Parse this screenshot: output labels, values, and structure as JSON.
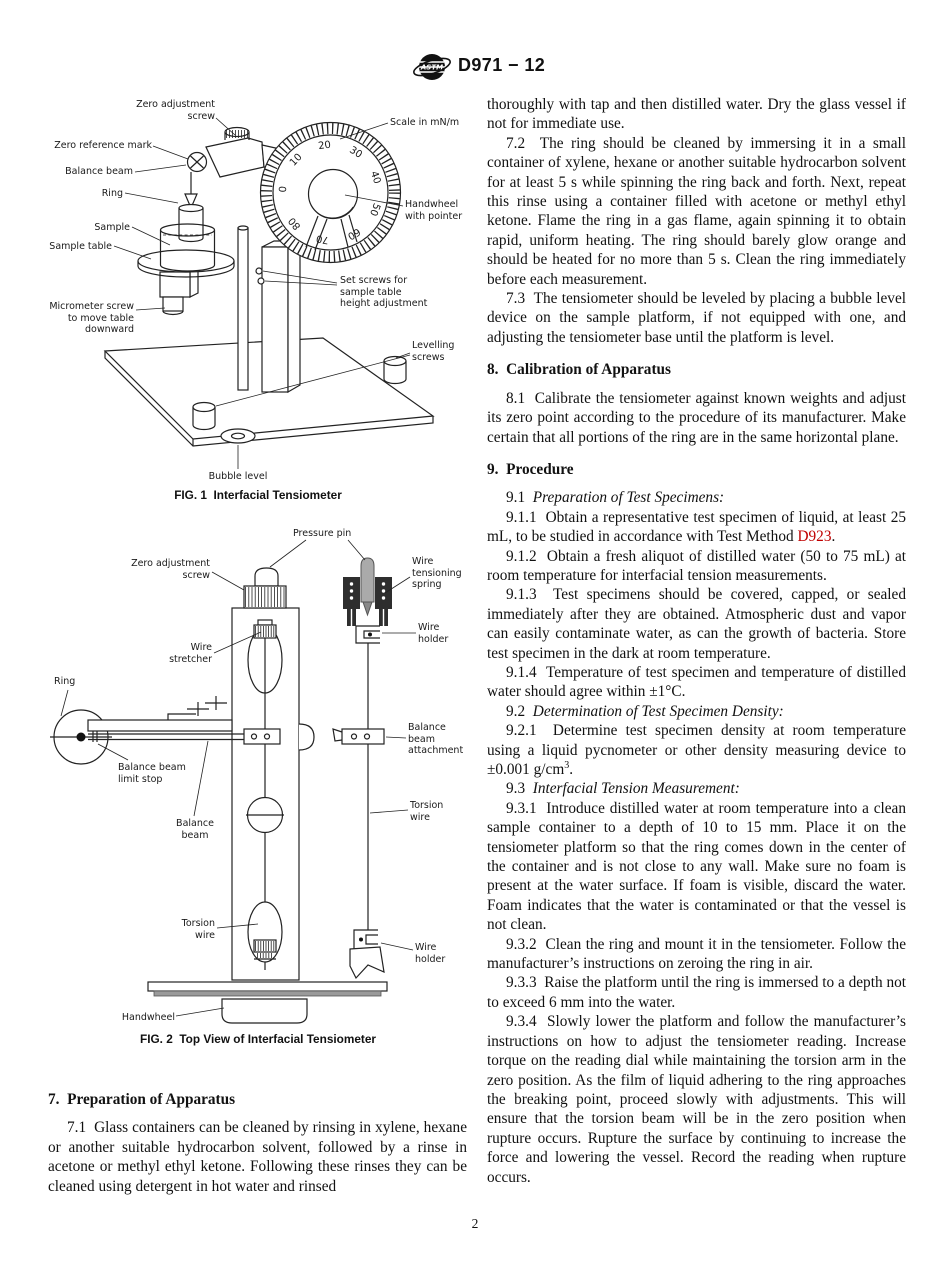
{
  "header": {
    "doc_code": "D971 − 12"
  },
  "colors": {
    "link": "#c00000"
  },
  "fig1": {
    "caption": "FIG. 1  Interfacial Tensiometer",
    "dial_numbers": [
      "0",
      "10",
      "20",
      "30",
      "40",
      "50",
      "60",
      "70",
      "80"
    ],
    "labels": {
      "zero_adjustment_screw": "Zero adjustment\nscrew",
      "zero_reference_mark": "Zero reference mark",
      "balance_beam": "Balance beam",
      "ring": "Ring",
      "sample": "Sample",
      "sample_table": "Sample table",
      "scale": "Scale in mN/m",
      "handwheel_pointer": "Handwheel\nwith pointer",
      "set_screws": "Set screws for\nsample table\nheight adjustment",
      "micrometer_screw": "Micrometer screw\nto move table\ndownward",
      "levelling_screws": "Levelling\nscrews",
      "bubble_level": "Bubble level"
    }
  },
  "fig2": {
    "caption": "FIG. 2  Top View of Interfacial Tensiometer",
    "labels": {
      "pressure_pin": "Pressure pin",
      "zero_adjustment_screw": "Zero adjustment\nscrew",
      "wire_tensioning_spring": "Wire\ntensioning\nspring",
      "wire_holder_top": "Wire\nholder",
      "wire_stretcher": "Wire\nstretcher",
      "ring": "Ring",
      "balance_beam_attachment": "Balance\nbeam\nattachment",
      "balance_beam_limit_stop": "Balance beam\nlimit stop",
      "balance_beam": "Balance\nbeam",
      "torsion_wire_right": "Torsion\nwire",
      "torsion_wire_left": "Torsion\nwire",
      "wire_holder_bottom": "Wire\nholder",
      "handwheel": "Handwheel"
    }
  },
  "left_column": {
    "heading": "7.  Preparation of Apparatus",
    "p71": "7.1  Glass containers can be cleaned by rinsing in xylene, hexane or another suitable hydrocarbon solvent, followed by a rinse in acetone or methyl ethyl ketone. Following these rinses they can be cleaned using detergent in hot water and rinsed"
  },
  "right_column": {
    "p_cont": "thoroughly with tap and then distilled water. Dry the glass vessel if not for immediate use.",
    "p72": "7.2  The ring should be cleaned by immersing it in a small container of xylene, hexane or another suitable hydrocarbon solvent for at least 5 s while spinning the ring back and forth. Next, repeat this rinse using a container filled with acetone or methyl ethyl ketone. Flame the ring in a gas flame, again spinning it to obtain rapid, uniform heating. The ring should barely glow orange and should be heated for no more than 5 s. Clean the ring immediately before each measurement.",
    "p73": "7.3  The tensiometer should be leveled by placing a bubble level device on the sample platform, if not equipped with one, and adjusting the tensiometer base until the platform is level.",
    "h8": "8.  Calibration of Apparatus",
    "p81": "8.1  Calibrate the tensiometer against known weights and adjust its zero point according to the procedure of its manufacturer. Make certain that all portions of the ring are in the same horizontal plane.",
    "h9": "9.  Procedure",
    "s91_num": "9.1",
    "s91_title": "  Preparation of Test Specimens:",
    "p911_pre": "9.1.1  Obtain a representative test specimen of liquid, at least 25 mL, to be studied in accordance with Test Method ",
    "p911_link": "D923",
    "p911_post": ".",
    "p912": "9.1.2  Obtain a fresh aliquot of distilled water (50 to 75 mL) at room temperature for interfacial tension measurements.",
    "p913": "9.1.3  Test specimens should be covered, capped, or sealed immediately after they are obtained. Atmospheric dust and vapor can easily contaminate water, as can the growth of bacteria. Store test specimen in the dark at room temperature.",
    "p914": "9.1.4  Temperature of test specimen and temperature of distilled water should agree within ±1°C.",
    "s92_num": "9.2",
    "s92_title": "  Determination of Test Specimen Density:",
    "p921_pre": "9.2.1  Determine test specimen density at room temperature using a liquid pycnometer or other density measuring device to ±0.001 g/cm",
    "p921_sup": "3",
    "p921_post": ".",
    "s93_num": "9.3",
    "s93_title": "  Interfacial Tension Measurement:",
    "p931": "9.3.1  Introduce distilled water at room temperature into a clean sample container to a depth of 10 to 15 mm. Place it on the tensiometer platform so that the ring comes down in the center of the container and is not close to any wall. Make sure no foam is present at the water surface. If foam is visible, discard the water. Foam indicates that the water is contaminated or that the vessel is not clean.",
    "p932": "9.3.2  Clean the ring and mount it in the tensiometer. Follow the manufacturer’s instructions on zeroing the ring in air.",
    "p933": "9.3.3  Raise the platform until the ring is immersed to a depth not to exceed 6 mm into the water.",
    "p934": "9.3.4  Slowly lower the platform and follow the manufacturer’s instructions on how to adjust the tensiometer reading. Increase torque on the reading dial while maintaining the torsion arm in the zero position. As the film of liquid adhering to the ring approaches the breaking point, proceed slowly with adjustments. This will ensure that the torsion beam will be in the zero position when rupture occurs. Rupture the surface by continuing to increase the force and lowering the vessel. Record the reading when rupture occurs."
  },
  "page_number": "2"
}
